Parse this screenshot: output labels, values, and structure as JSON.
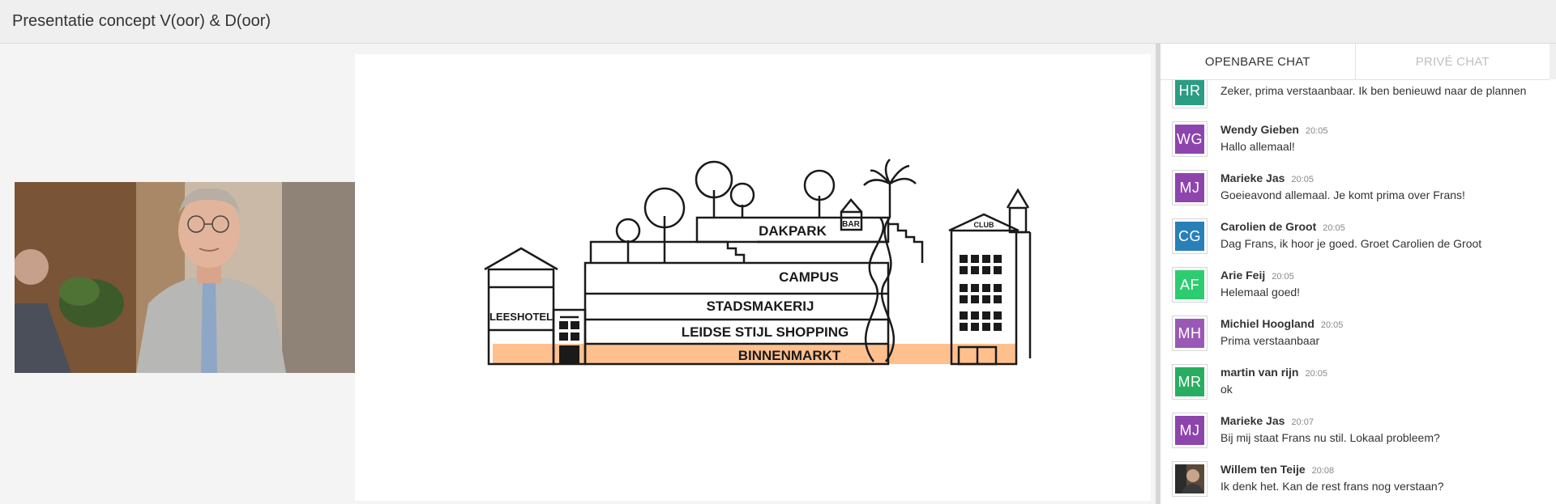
{
  "header": {
    "title": "Presentatie concept V(oor) & D(oor)"
  },
  "slide": {
    "labels": {
      "dakpark": "DAKPARK",
      "campus": "CAMPUS",
      "stadsmakerij": "STADSMAKERIJ",
      "shopping": "LEIDSE STIJL SHOPPING",
      "binnenmarkt": "BINNENMARKT",
      "leeshotel": "LEESHOTEL",
      "bar": "BAR",
      "club": "CLUB"
    },
    "colors": {
      "highlight": "#ffc08e",
      "line": "#1a1a1a"
    }
  },
  "chat": {
    "tabs": [
      {
        "label": "OPENBARE CHAT",
        "active": true
      },
      {
        "label": "PRIVÉ CHAT",
        "active": false
      }
    ],
    "messages": [
      {
        "initials": "HR",
        "name": "",
        "time": "",
        "text": "Zeker, prima verstaanbaar. Ik ben benieuwd naar de plannen",
        "color": "#2a9d82"
      },
      {
        "initials": "WG",
        "name": "Wendy Gieben",
        "time": "20:05",
        "text": "Hallo allemaal!",
        "color": "#8e44ad"
      },
      {
        "initials": "MJ",
        "name": "Marieke Jas",
        "time": "20:05",
        "text": "Goeieavond allemaal. Je komt prima over Frans!",
        "color": "#8e44ad"
      },
      {
        "initials": "CG",
        "name": "Carolien de Groot",
        "time": "20:05",
        "text": "Dag Frans, ik hoor je goed. Groet Carolien de Groot",
        "color": "#2980b9"
      },
      {
        "initials": "AF",
        "name": "Arie Feij",
        "time": "20:05",
        "text": "Helemaal goed!",
        "color": "#2ecc71"
      },
      {
        "initials": "MH",
        "name": "Michiel Hoogland",
        "time": "20:05",
        "text": "Prima verstaanbaar",
        "color": "#9b59b6"
      },
      {
        "initials": "MR",
        "name": "martin van rijn",
        "time": "20:05",
        "text": "ok",
        "color": "#27ae60"
      },
      {
        "initials": "MJ",
        "name": "Marieke Jas",
        "time": "20:07",
        "text": "Bij mij staat Frans nu stil. Lokaal probleem?",
        "color": "#8e44ad"
      },
      {
        "initials": "",
        "name": "Willem ten Teije",
        "time": "20:08",
        "text": "Ik denk het. Kan de rest frans nog verstaan?",
        "color": "#5a4a3a"
      }
    ]
  }
}
